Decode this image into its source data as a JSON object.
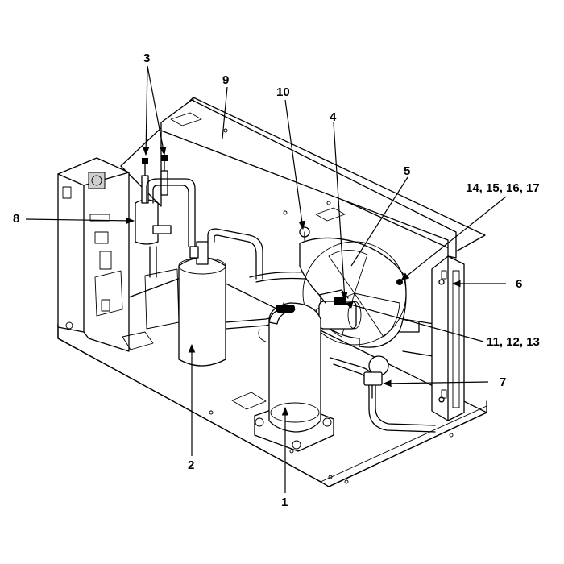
{
  "callouts": {
    "c1": "1",
    "c2": "2",
    "c3": "3",
    "c4": "4",
    "c5": "5",
    "c6": "6",
    "c7": "7",
    "c8": "8",
    "c9": "9",
    "c10": "10",
    "c11": "11, 12, 13",
    "c14": "14, 15, 16, 17"
  },
  "colors": {
    "ink": "#000000",
    "paper": "#ffffff",
    "shade": "#cfcfcf"
  }
}
